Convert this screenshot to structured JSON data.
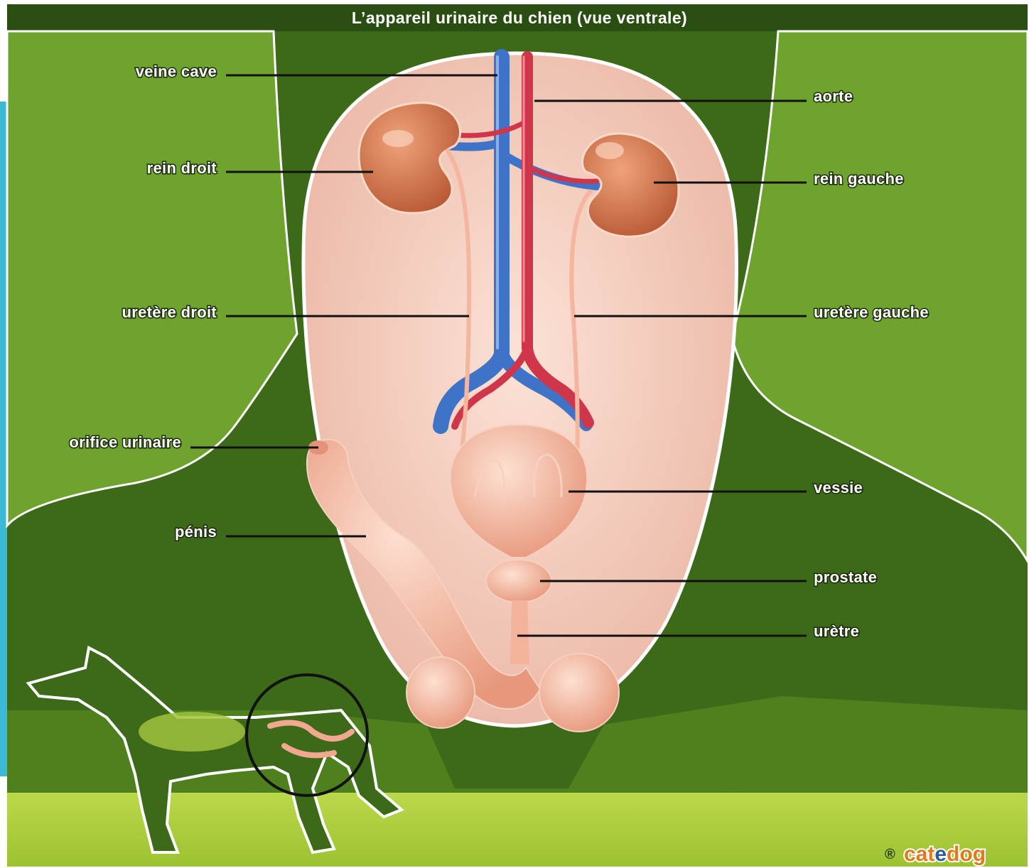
{
  "title": "L’appareil urinaire du chien (vue ventrale)",
  "labels": {
    "veine_cave": "veine cave",
    "aorte": "aorte",
    "rein_droit": "rein droit",
    "rein_gauche": "rein gauche",
    "uretere_droit": "uretère droit",
    "uretere_gauche": "uretère gauche",
    "orifice_urinaire": "orifice urinaire",
    "vessie": "vessie",
    "penis": "pénis",
    "prostate": "prostate",
    "uretre": "urètre"
  },
  "brand": {
    "registered": "®",
    "name_part1": "cat",
    "name_part2": "e",
    "name_part3": "dog"
  },
  "colors": {
    "title_bar": "#2a4d12",
    "dark_green": "#3c6a18",
    "light_green": "#6ea32e",
    "lime": "#a9cc3a",
    "side_bar": "#3bb8d4",
    "body_pink": "#f4c8b8",
    "kidney": "#d2744e",
    "vein": "#3f73c8",
    "artery": "#d0364a",
    "organ": "#f0a98e"
  }
}
